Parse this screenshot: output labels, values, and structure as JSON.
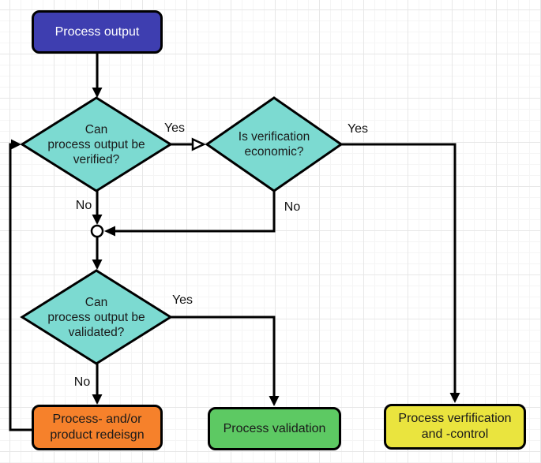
{
  "diagram": {
    "nodes": {
      "start": {
        "label": "Process output",
        "fill": "#3e3eb0",
        "text_color": "#ffffff"
      },
      "verify_decision": {
        "line1": "Can",
        "line2": "process output be",
        "line3": "verified?",
        "fill": "#7cdad1"
      },
      "economic_decision": {
        "line1": "Is verification",
        "line2": "economic?",
        "fill": "#7cdad1"
      },
      "validate_decision": {
        "line1": "Can",
        "line2": "process output be",
        "line3": "validated?",
        "fill": "#7cdad1"
      },
      "redesign": {
        "line1": "Process- and/or",
        "line2": "product redeisgn",
        "fill": "#f6812b"
      },
      "validation": {
        "label": "Process validation",
        "fill": "#5dc963"
      },
      "verification_control": {
        "line1": "Process verfification",
        "line2": "and -control",
        "fill": "#eae43e"
      }
    },
    "edge_labels": {
      "verify_yes": "Yes",
      "verify_no": "No",
      "economic_yes": "Yes",
      "economic_no": "No",
      "validate_yes": "Yes",
      "validate_no": "No"
    },
    "colors": {
      "line": "#000000",
      "background": "#ffffff",
      "grid_major": "#e7e7e7",
      "grid_minor": "#f5f5f5",
      "junction_fill": "#ffffff"
    }
  }
}
